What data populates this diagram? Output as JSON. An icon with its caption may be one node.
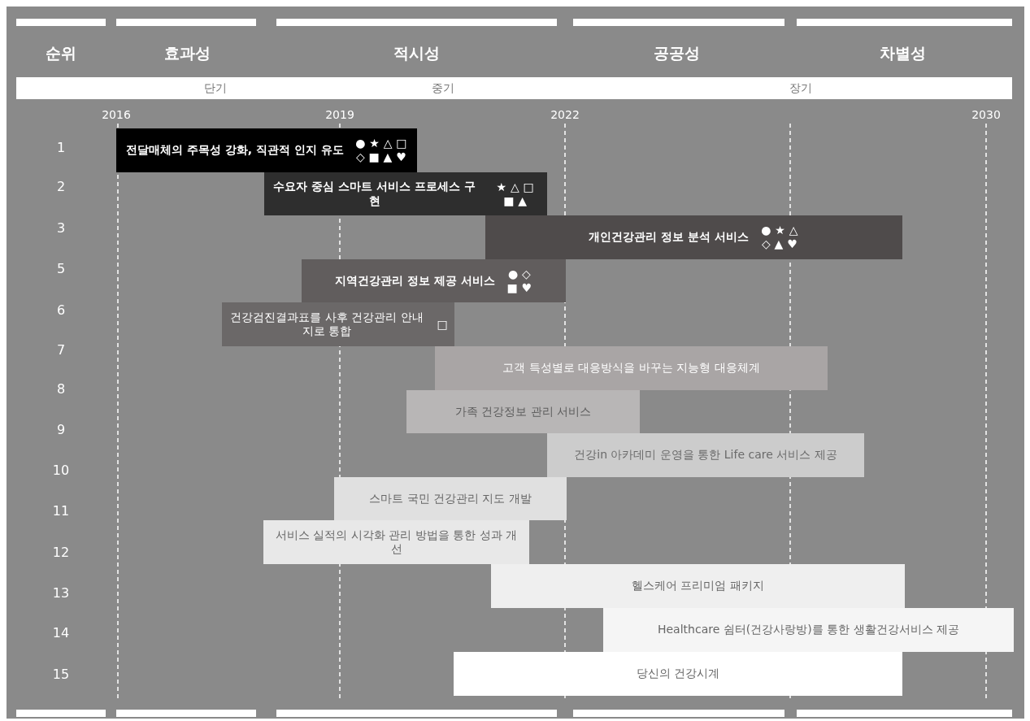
{
  "diagram": {
    "nodes": [
      {
        "text": [
          "전달매체의 주목성 강화, 직관적 인지 유도",
          "● ★ △ □ ◇ ■ ▲ ♥"
        ]
      },
      {
        "text": [
          "수요자 중심 스마트 서비스 프로세스 구현",
          "★ △ □ ■ ▲"
        ]
      },
      {
        "text": [
          "개인건강관리 정보 분석 서비스",
          "● ★ △ ◇ ▲ ♥"
        ]
      },
      {
        "text": [
          "지역건강관리 정보 제공 서비스",
          "● ◇ ■ ♥"
        ]
      },
      {
        "text": [
          "건강검진결과표를 사후 건강관리 안내지로 통합",
          "□"
        ]
      },
      {
        "text": [
          "고객 특성별로 대응방식을 바꾸는 지능형 대응체계"
        ]
      },
      {
        "text": [
          "가족 건강정보 관리 서비스"
        ]
      },
      {
        "text": [
          "건강in 아카데미 운영을 통한 Life care 서비스 제공"
        ]
      },
      {
        "text": [
          "스마트 국민 건강관리 지도 개발"
        ]
      },
      {
        "text": [
          "서비스 실적의 시각화 관리 방법을 통한 성과 개선"
        ]
      },
      {
        "text": [
          "헬스케어 프리미엄 패키지"
        ]
      },
      {
        "text": [
          "Healthcare 쉼터(건강사랑방)를 통한 생활건강서비스 제공"
        ]
      },
      {
        "text": [
          "당신의 건강시계"
        ]
      }
    ],
    "labels": [
      "순위",
      "효과성",
      "적시성",
      "공공성",
      "차별성",
      "단기",
      "중기",
      "장기",
      "2016",
      "2019",
      "2022",
      "2030",
      "1",
      "2",
      "3",
      "5",
      "6",
      "7",
      "8",
      "9",
      "10",
      "11",
      "12",
      "13",
      "14",
      "15"
    ]
  }
}
